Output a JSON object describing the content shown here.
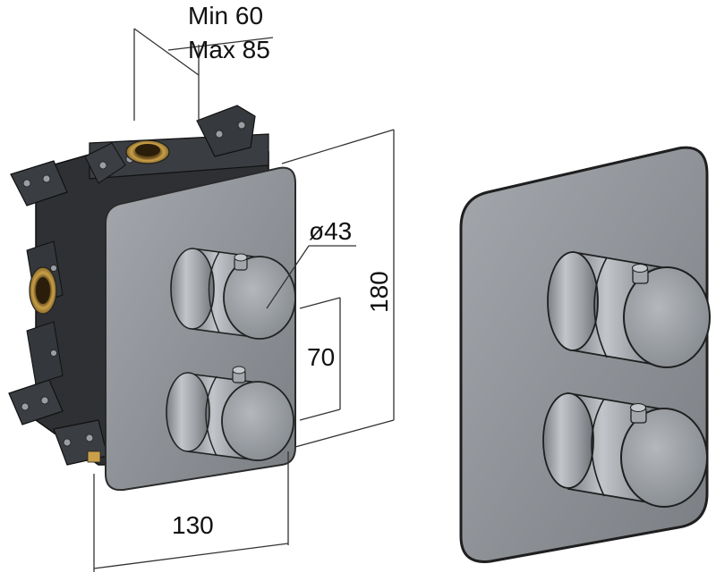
{
  "dimensions": {
    "depth_min": "Min 60",
    "depth_max": "Max 85",
    "knob_diameter": "ø43",
    "plate_height": "180",
    "knob_spacing": "70",
    "plate_width": "130"
  },
  "colors": {
    "plate_fill": "#8f9398",
    "plate_edge": "#2b2b2b",
    "knob_light": "#b9bcc0",
    "knob_dark": "#6c7075",
    "housing": "#2e3033",
    "brass": "#b08a35",
    "dimension_line": "#333333"
  }
}
